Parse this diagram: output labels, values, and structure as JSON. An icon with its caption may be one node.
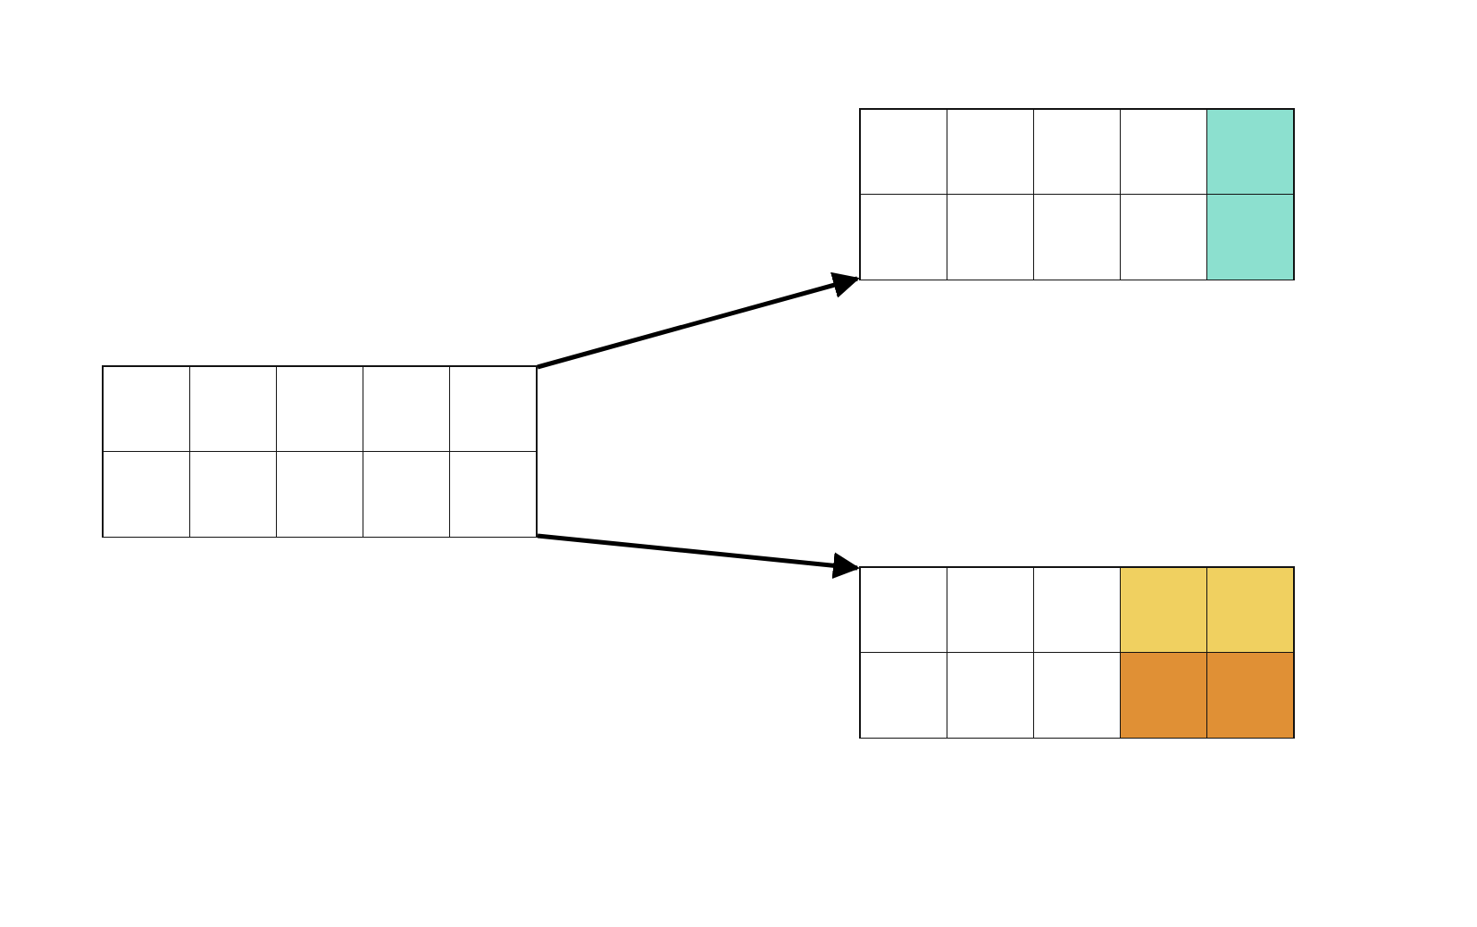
{
  "diagram": {
    "nodes": [
      {
        "text": [],
        "shape": "grid"
      },
      {
        "text": [],
        "shape": "grid"
      },
      {
        "text": [],
        "shape": "grid"
      }
    ],
    "edges": [
      {
        "from": 0,
        "to": 1,
        "arrow": "to"
      },
      {
        "from": 0,
        "to": 2,
        "arrow": "to"
      }
    ]
  }
}
